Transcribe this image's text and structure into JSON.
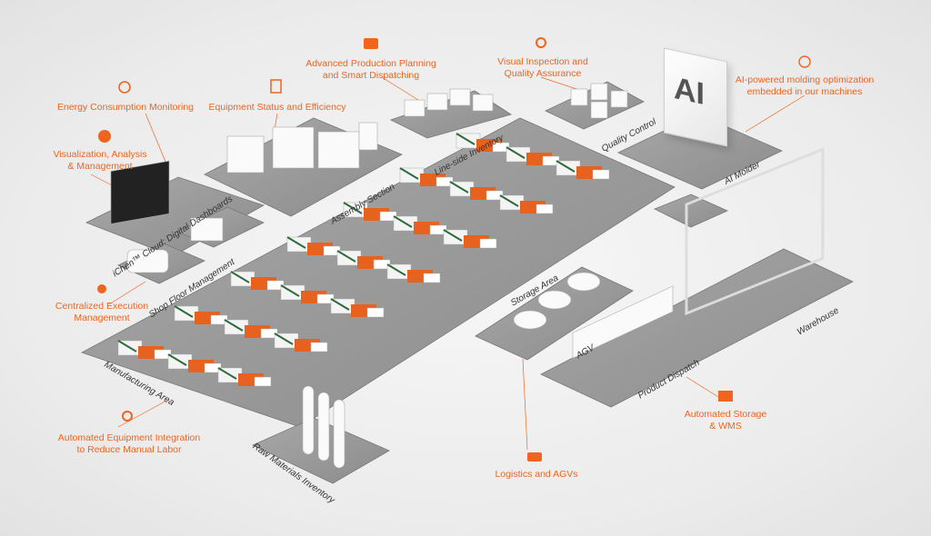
{
  "callouts": {
    "energy": "Energy Consumption Monitoring",
    "visualization": [
      "Visualization, Analysis",
      "& Management"
    ],
    "equipment": "Equipment Status and Efficiency",
    "planning": [
      "Advanced Production Planning",
      "and Smart Dispatching"
    ],
    "inspection": [
      "Visual Inspection and",
      "Quality Assurance"
    ],
    "ai": [
      "AI-powered molding optimization",
      "embedded in our machines"
    ],
    "execution": [
      "Centralized Execution",
      "Management"
    ],
    "integration": [
      "Automated Equipment Integration",
      "to Reduce Manual Labor"
    ],
    "logistics": "Logistics and AGVs",
    "storage": [
      "Automated Storage",
      "& WMS"
    ]
  },
  "areas": {
    "dashboards": "iChen™ Cloud: Digital Dashboards",
    "shopfloor": "Shop Floor Management",
    "assembly": "Assembly Section",
    "lineside": "Line-side Inventory",
    "quality": "Quality Control",
    "aimolder": "AI Molder",
    "storage": "Storage Area",
    "agv": "AGV",
    "warehouse": "Warehouse",
    "dispatch": "Product Dispatch",
    "manufacturing": "Manufacturing Area",
    "raw": "Raw Materials Inventory"
  },
  "ai_sign": "AI",
  "colors": {
    "accent": "#f0641e",
    "platform": "#8a8a8a",
    "platform_top": "#9e9e9e",
    "machine": "#e8621f"
  }
}
